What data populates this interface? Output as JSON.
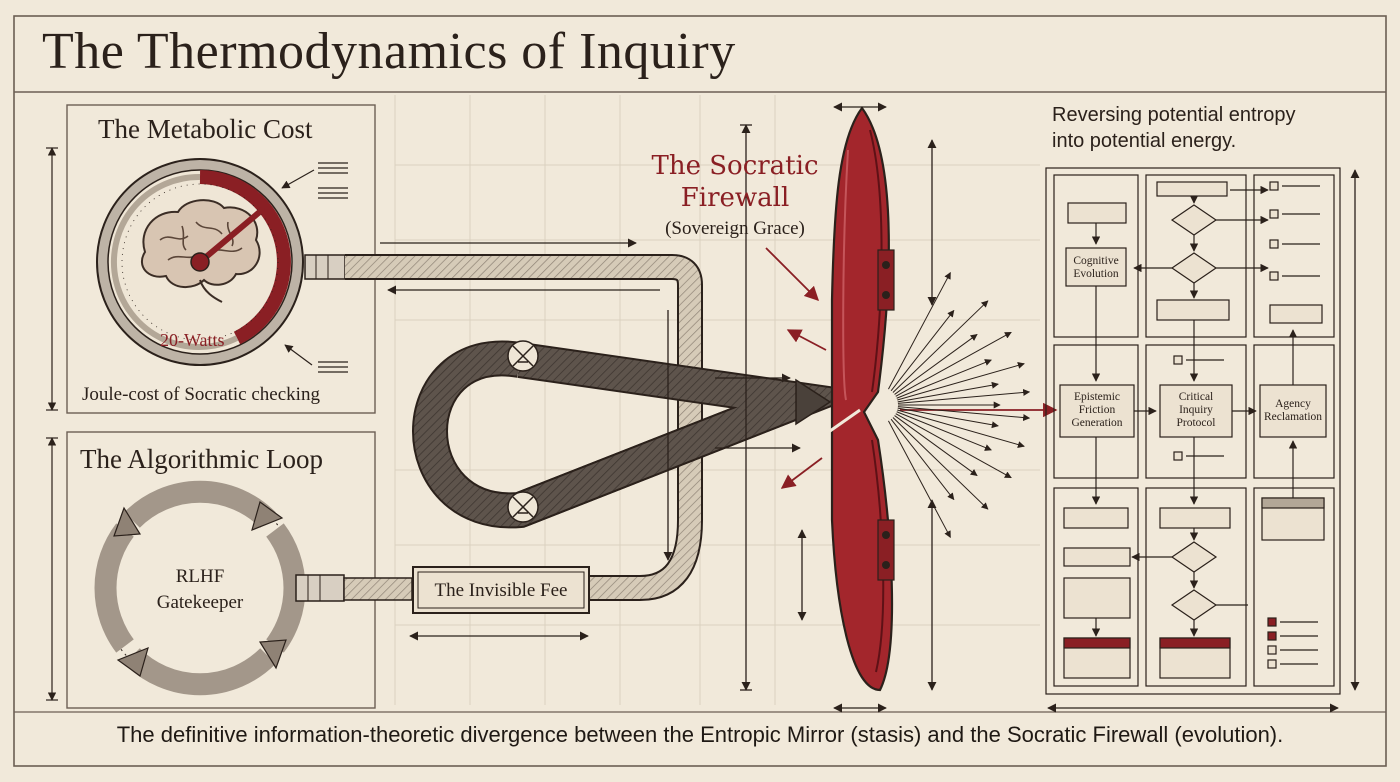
{
  "title": "The Thermodynamics of Inquiry",
  "caption": "The definitive information-theoretic divergence between the Entropic Mirror (stasis) and the Socratic Firewall (evolution).",
  "metabolic": {
    "title": "The Metabolic Cost",
    "gauge_value": "20-Watts",
    "subtitle": "Joule-cost of Socratic checking"
  },
  "loop": {
    "title": "The Algorithmic Loop",
    "center": [
      "RLHF",
      "Gatekeeper"
    ]
  },
  "fee_box": "The Invisible Fee",
  "firewall": {
    "title_line1": "The Socratic",
    "title_line2": "Firewall",
    "subtitle": "(Sovereign Grace)"
  },
  "right_header": [
    "Reversing potential entropy",
    "into potential energy."
  ],
  "flowchart": {
    "cognitive": [
      "Cognitive",
      "Evolution"
    ],
    "epistemic": [
      "Epistemic",
      "Friction",
      "Generation"
    ],
    "critical": [
      "Critical",
      "Inquiry",
      "Protocol"
    ],
    "agency": [
      "Agency",
      "Reclamation"
    ]
  },
  "colors": {
    "background": "#f1e9da",
    "ink": "#2b211b",
    "accent_red": "#8a1f24",
    "shield_red": "#a3262c",
    "pipe_dark": "#5b514a",
    "pipe_light": "#cbbfae"
  }
}
